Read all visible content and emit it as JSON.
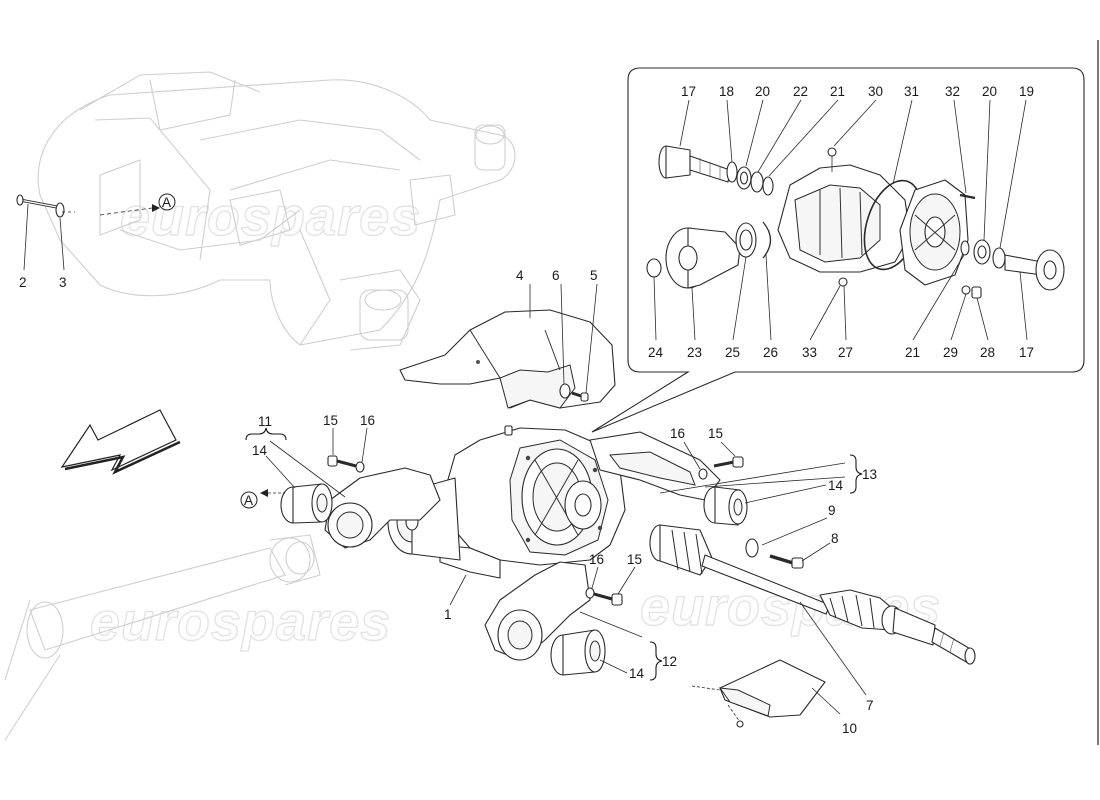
{
  "watermark": "eurospares",
  "detail_marker": "A",
  "callouts": {
    "c1": "1",
    "c2": "2",
    "c3": "3",
    "c4": "4",
    "c5": "5",
    "c6": "6",
    "c7": "7",
    "c8": "8",
    "c9": "9",
    "c10": "10",
    "c11": "11",
    "c12": "12",
    "c13": "13",
    "c14a": "14",
    "c14b": "14",
    "c14c": "14",
    "c15a": "15",
    "c15b": "15",
    "c15c": "15",
    "c16a": "16",
    "c16b": "16",
    "c16c": "16"
  },
  "inset_callouts": {
    "top": [
      "17",
      "18",
      "20",
      "22",
      "21",
      "30",
      "31",
      "32",
      "20",
      "19"
    ],
    "bottom": [
      "24",
      "23",
      "25",
      "26",
      "33",
      "27",
      "21",
      "29",
      "28",
      "17"
    ]
  }
}
